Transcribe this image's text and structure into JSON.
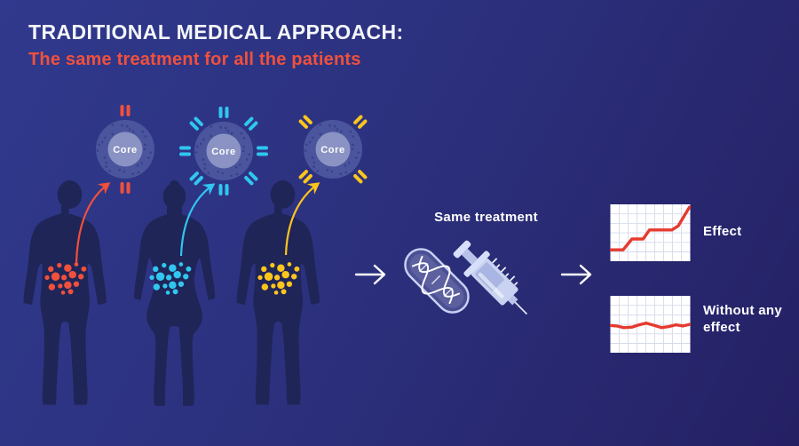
{
  "header": {
    "title": "TRADITIONAL MEDICAL APPROACH:",
    "subtitle": "The same treatment for all the patients"
  },
  "colors": {
    "background_start": "#30398d",
    "background_end": "#252064",
    "accent_red": "#f0503c",
    "accent_cyan": "#30c6f0",
    "accent_yellow": "#fdc51d",
    "silhouette": "#1f2557",
    "core_outer": "#4e58a0",
    "core_inner": "#8b93c4",
    "chart_line": "#e63a2e",
    "chart_grid": "#d5dbeb",
    "white": "#ffffff"
  },
  "patients": [
    {
      "figure": "male",
      "core_label": "Core",
      "accent": "accent_red",
      "receptor_angles": [
        0,
        180
      ]
    },
    {
      "figure": "female",
      "core_label": "Core",
      "accent": "accent_cyan",
      "receptor_angles": [
        0,
        45,
        90,
        135,
        180,
        225,
        270,
        315
      ]
    },
    {
      "figure": "male",
      "core_label": "Core",
      "accent": "accent_yellow",
      "receptor_angles": [
        45,
        135,
        225,
        315
      ]
    }
  ],
  "treatment": {
    "label": "Same treatment",
    "icons": [
      "dna-capsule-icon",
      "syringe-icon"
    ]
  },
  "results": [
    {
      "label": "Effect"
    },
    {
      "label": "Without any effect"
    }
  ],
  "chart_data": [
    {
      "type": "line",
      "title": "Effect",
      "points_normalized": [
        [
          0,
          0.8
        ],
        [
          0.16,
          0.8
        ],
        [
          0.27,
          0.61
        ],
        [
          0.41,
          0.61
        ],
        [
          0.49,
          0.45
        ],
        [
          0.77,
          0.45
        ],
        [
          0.85,
          0.38
        ],
        [
          0.99,
          0.05
        ]
      ],
      "grid": true,
      "axis_labels": []
    },
    {
      "type": "line",
      "title": "Without any effect",
      "points_normalized": [
        [
          0,
          0.52
        ],
        [
          0.08,
          0.53
        ],
        [
          0.17,
          0.56
        ],
        [
          0.27,
          0.55
        ],
        [
          0.36,
          0.51
        ],
        [
          0.45,
          0.48
        ],
        [
          0.55,
          0.52
        ],
        [
          0.64,
          0.56
        ],
        [
          0.73,
          0.54
        ],
        [
          0.82,
          0.51
        ],
        [
          0.91,
          0.53
        ],
        [
          1,
          0.5
        ]
      ],
      "grid": true,
      "axis_labels": []
    }
  ]
}
